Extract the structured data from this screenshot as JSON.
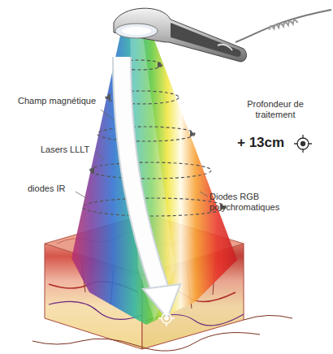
{
  "diagram": {
    "labels": [
      "Champ magnétique",
      "Lasers LLLT",
      "diodes IR",
      "Diodes RGB polychromatiques",
      "Profondeur de traitement",
      "+ 13cm"
    ]
  }
}
